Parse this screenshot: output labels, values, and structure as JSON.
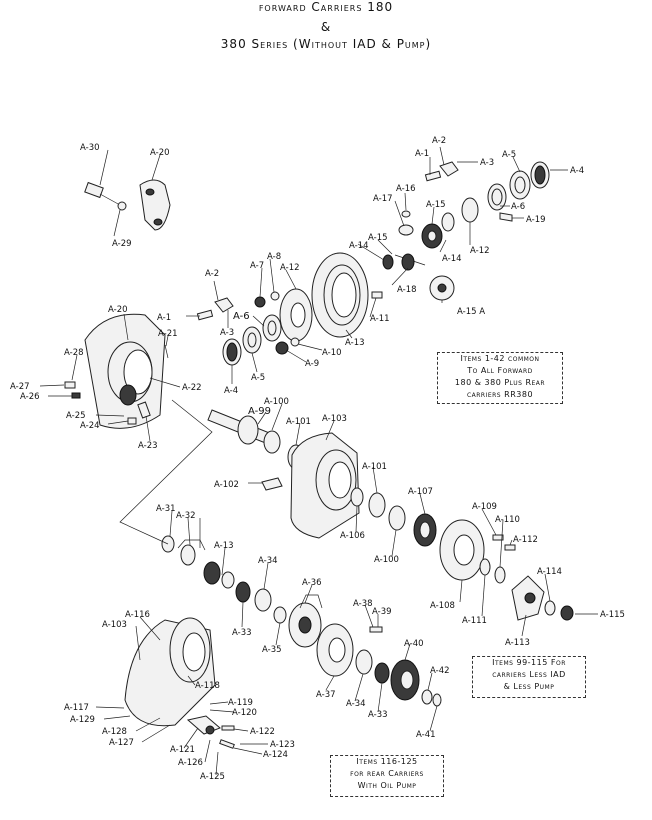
{
  "title": {
    "line1": "forward Carriers 180",
    "line2": "&",
    "line3": "380 Series (Without IAD & Pump)"
  },
  "labels": [
    {
      "id": "a30",
      "text": "A-30"
    },
    {
      "id": "a20top",
      "text": "A-20"
    },
    {
      "id": "a29",
      "text": "A-29"
    },
    {
      "id": "a2top",
      "text": "A-2"
    },
    {
      "id": "a1top",
      "text": "A-1"
    },
    {
      "id": "a3top",
      "text": "A-3"
    },
    {
      "id": "a5top",
      "text": "A-5"
    },
    {
      "id": "a4top",
      "text": "A-4"
    },
    {
      "id": "a16",
      "text": "A-16"
    },
    {
      "id": "a17",
      "text": "A-17"
    },
    {
      "id": "a15top",
      "text": "A-15"
    },
    {
      "id": "a6top",
      "text": "A-6"
    },
    {
      "id": "a19",
      "text": "A-19"
    },
    {
      "id": "a15mid",
      "text": "A-15"
    },
    {
      "id": "a14a",
      "text": "A-14"
    },
    {
      "id": "a14b",
      "text": "A-14"
    },
    {
      "id": "a12a",
      "text": "A-12"
    },
    {
      "id": "a18",
      "text": "A-18"
    },
    {
      "id": "a15A",
      "text": "A-15 A"
    },
    {
      "id": "a8",
      "text": "A-8"
    },
    {
      "id": "a7",
      "text": "A-7"
    },
    {
      "id": "a12b",
      "text": "A-12"
    },
    {
      "id": "a2mid",
      "text": "A-2"
    },
    {
      "id": "a1mid",
      "text": "A-1"
    },
    {
      "id": "a3mid",
      "text": "A-3"
    },
    {
      "id": "a6mid",
      "text": "A-6"
    },
    {
      "id": "a11",
      "text": "A-11"
    },
    {
      "id": "a13top",
      "text": "A-13"
    },
    {
      "id": "a10",
      "text": "A-10"
    },
    {
      "id": "a9",
      "text": "A-9"
    },
    {
      "id": "a5mid",
      "text": "A-5"
    },
    {
      "id": "a4mid",
      "text": "A-4"
    },
    {
      "id": "a20mid",
      "text": "A-20"
    },
    {
      "id": "a21",
      "text": "A-21"
    },
    {
      "id": "a28",
      "text": "A-28"
    },
    {
      "id": "a27",
      "text": "A-27"
    },
    {
      "id": "a26",
      "text": "A-26"
    },
    {
      "id": "a22",
      "text": "A-22"
    },
    {
      "id": "a25",
      "text": "A-25"
    },
    {
      "id": "a24",
      "text": "A-24"
    },
    {
      "id": "a23",
      "text": "A-23"
    },
    {
      "id": "a100top",
      "text": "A-100"
    },
    {
      "id": "a99",
      "text": "A-99"
    },
    {
      "id": "a101a",
      "text": "A-101"
    },
    {
      "id": "a103top",
      "text": "A-103"
    },
    {
      "id": "a101b",
      "text": "A-101"
    },
    {
      "id": "a102",
      "text": "A-102"
    },
    {
      "id": "a107",
      "text": "A-107"
    },
    {
      "id": "a106",
      "text": "A-106"
    },
    {
      "id": "a100mid",
      "text": "A-100"
    },
    {
      "id": "a109",
      "text": "A-109"
    },
    {
      "id": "a110",
      "text": "A-110"
    },
    {
      "id": "a112",
      "text": "A-112"
    },
    {
      "id": "a114",
      "text": "A-114"
    },
    {
      "id": "a108",
      "text": "A-108"
    },
    {
      "id": "a111",
      "text": "A-111"
    },
    {
      "id": "a113",
      "text": "A-113"
    },
    {
      "id": "a115",
      "text": "A-115"
    },
    {
      "id": "a31",
      "text": "A-31"
    },
    {
      "id": "a32",
      "text": "A-32"
    },
    {
      "id": "a13mid",
      "text": "A-13"
    },
    {
      "id": "a34a",
      "text": "A-34"
    },
    {
      "id": "a36",
      "text": "A-36"
    },
    {
      "id": "a33a",
      "text": "A-33"
    },
    {
      "id": "a35",
      "text": "A-35"
    },
    {
      "id": "a38",
      "text": "A-38"
    },
    {
      "id": "a39",
      "text": "A-39"
    },
    {
      "id": "a40",
      "text": "A-40"
    },
    {
      "id": "a42",
      "text": "A-42"
    },
    {
      "id": "a37",
      "text": "A-37"
    },
    {
      "id": "a34b",
      "text": "A-34"
    },
    {
      "id": "a33b",
      "text": "A-33"
    },
    {
      "id": "a41",
      "text": "A-41"
    },
    {
      "id": "a116",
      "text": "A-116"
    },
    {
      "id": "a103bot",
      "text": "A-103"
    },
    {
      "id": "a118",
      "text": "A-118"
    },
    {
      "id": "a119",
      "text": "A-119"
    },
    {
      "id": "a120",
      "text": "A-120"
    },
    {
      "id": "a117",
      "text": "A-117"
    },
    {
      "id": "a129",
      "text": "A-129"
    },
    {
      "id": "a128",
      "text": "A-128"
    },
    {
      "id": "a127",
      "text": "A-127"
    },
    {
      "id": "a121",
      "text": "A-121"
    },
    {
      "id": "a122",
      "text": "A-122"
    },
    {
      "id": "a123",
      "text": "A-123"
    },
    {
      "id": "a124",
      "text": "A-124"
    },
    {
      "id": "a126",
      "text": "A-126"
    },
    {
      "id": "a125",
      "text": "A-125"
    }
  ],
  "notes": {
    "note1": [
      "Items 1-42 common",
      "To All Forward",
      "180 & 380 Plus Rear",
      "carriers RR380"
    ],
    "note2": [
      "Items 99-115 For",
      "carriers Less IAD",
      "& Less Pump"
    ],
    "note3": [
      "Items 116-125",
      "for rear Carriers",
      "With Oil Pump"
    ]
  }
}
